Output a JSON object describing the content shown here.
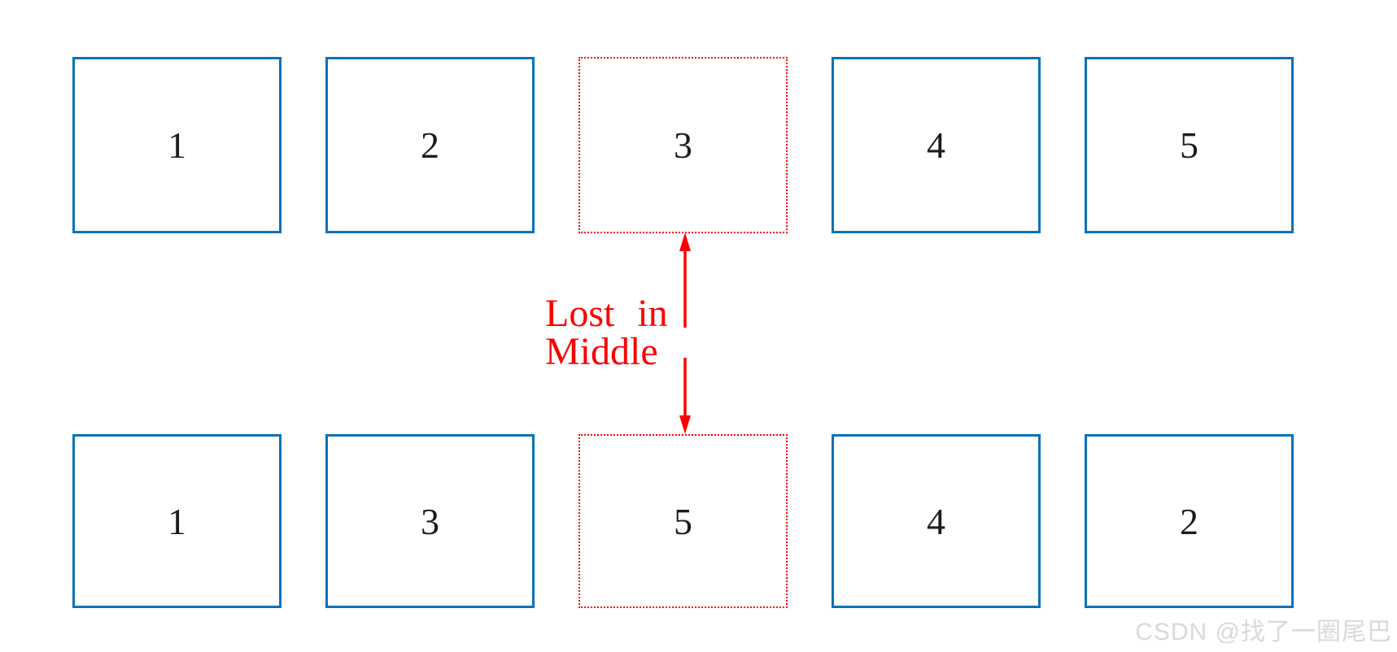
{
  "diagram": {
    "title_concept": "Lost in Middle",
    "annotation": {
      "line1": "Lost in",
      "line2": "Middle"
    },
    "rows": {
      "top": {
        "boxes": [
          "1",
          "2",
          "3",
          "4",
          "5"
        ],
        "highlight_index": 2
      },
      "bottom": {
        "boxes": [
          "1",
          "3",
          "5",
          "4",
          "2"
        ],
        "highlight_index": 2
      }
    },
    "icons": {
      "arrow": "double-headed-vertical-arrow"
    }
  },
  "watermark": {
    "text": "CSDN @找了一圈尾巴"
  },
  "colors": {
    "background": "#ffffff",
    "box-border": "#0b72b8",
    "highlight-red": "#fb0000",
    "digit": "#1c1c1c",
    "watermark-gray": "#d9d9d9"
  }
}
